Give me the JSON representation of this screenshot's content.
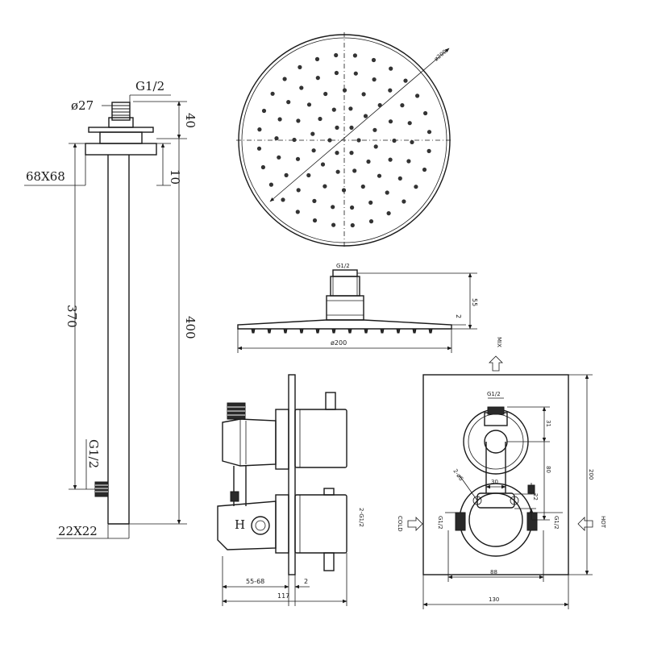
{
  "arm": {
    "thread_top": "G1/2",
    "flange_dia": "ø27",
    "dim_40": "40",
    "dim_10": "10",
    "flange_size": "68X68",
    "dim_370": "370",
    "dim_400": "400",
    "thread_bottom": "G1/2",
    "tube_size": "22X22"
  },
  "head_top": {
    "diameter": "ø200"
  },
  "head_side": {
    "thread": "G1/2",
    "dim_55": "55",
    "dim_2": "2",
    "diameter": "ø200"
  },
  "valve_side": {
    "dim_55_68": "55-68",
    "dim_2": "2",
    "dim_117": "117",
    "outlet_thread": "2-G1/2",
    "h_mark": "H"
  },
  "valve_front": {
    "mix": "MIX",
    "cold": "COLD",
    "hot": "HOT",
    "thread_top": "G1/2",
    "thread_left": "G1/2",
    "thread_right": "G1/2",
    "dim_31": "31",
    "dim_80": "80",
    "dim_30": "30",
    "dim_22": "22",
    "dim_ports": "2-ø6",
    "dim_88": "88",
    "dim_200": "200",
    "dim_130": "130"
  }
}
